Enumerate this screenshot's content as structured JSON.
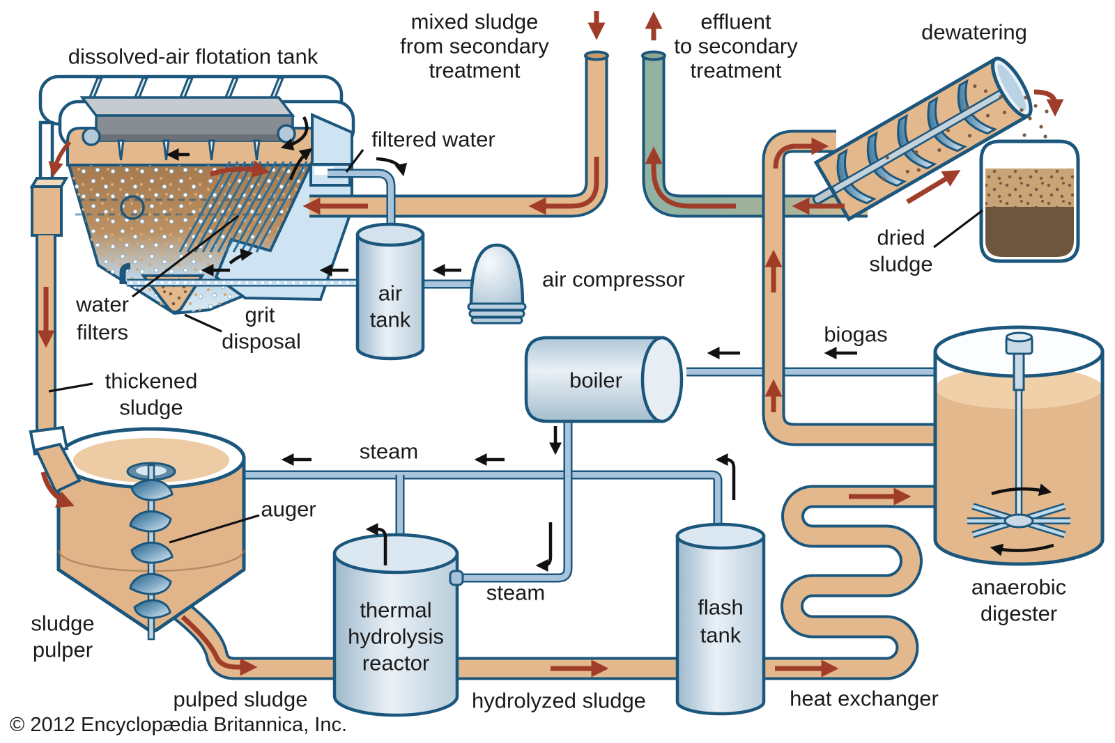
{
  "labels": {
    "flotation_tank": "dissolved-air flotation tank",
    "mixed_sludge_l1": "mixed sludge",
    "mixed_sludge_l2": "from secondary",
    "mixed_sludge_l3": "treatment",
    "effluent_l1": "effluent",
    "effluent_l2": "to secondary",
    "effluent_l3": "treatment",
    "dewatering": "dewatering",
    "dried_sludge_l1": "dried",
    "dried_sludge_l2": "sludge",
    "filtered_water": "filtered water",
    "water_filters_l1": "water",
    "water_filters_l2": "filters",
    "grit_disposal_l1": "grit",
    "grit_disposal_l2": "disposal",
    "air_tank_l1": "air",
    "air_tank_l2": "tank",
    "air_compressor": "air compressor",
    "thickened_sludge_l1": "thickened",
    "thickened_sludge_l2": "sludge",
    "biogas": "biogas",
    "boiler": "boiler",
    "steam_main": "steam",
    "steam_inlet": "steam",
    "auger": "auger",
    "sludge_pulper_l1": "sludge",
    "sludge_pulper_l2": "pulper",
    "reactor_l1": "thermal",
    "reactor_l2": "hydrolysis",
    "reactor_l3": "reactor",
    "pulped_sludge": "pulped sludge",
    "hydrolyzed_sludge": "hydrolyzed sludge",
    "flash_tank_l1": "flash",
    "flash_tank_l2": "tank",
    "heat_exchanger": "heat exchanger",
    "digester_l1": "anaerobic",
    "digester_l2": "digester",
    "credit": "© 2012 Encyclopædia Britannica, Inc."
  },
  "colors": {
    "outline": "#1B567C",
    "pipe_tan": "#E4B88D",
    "pipe_green": "#92B2A2",
    "arrow_red": "#A03D2A",
    "arrow_black": "#111111",
    "water_blue": "#CFE4F3",
    "vessel_steel": "#AFC7D8",
    "sludge_brown": "#A67A4F",
    "dried_brown": "#6E563E",
    "deck_tan": "#EFCFA6"
  }
}
